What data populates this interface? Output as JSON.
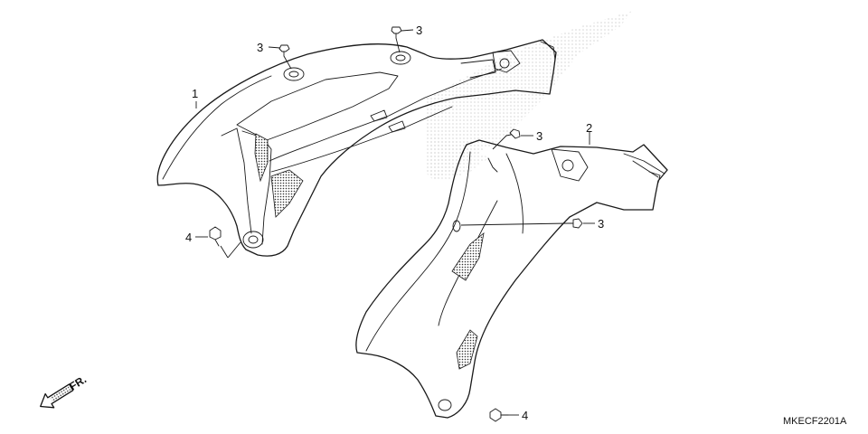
{
  "diagram": {
    "part_labels": {
      "shroud_left": "1",
      "shroud_right": "2",
      "screw_a": "3",
      "screw_b": "3",
      "screw_c": "3",
      "screw_d": "3",
      "bolt_a": "4",
      "bolt_b": "4"
    },
    "direction_label": "FR.",
    "diagram_code": "MKECF2201A"
  }
}
